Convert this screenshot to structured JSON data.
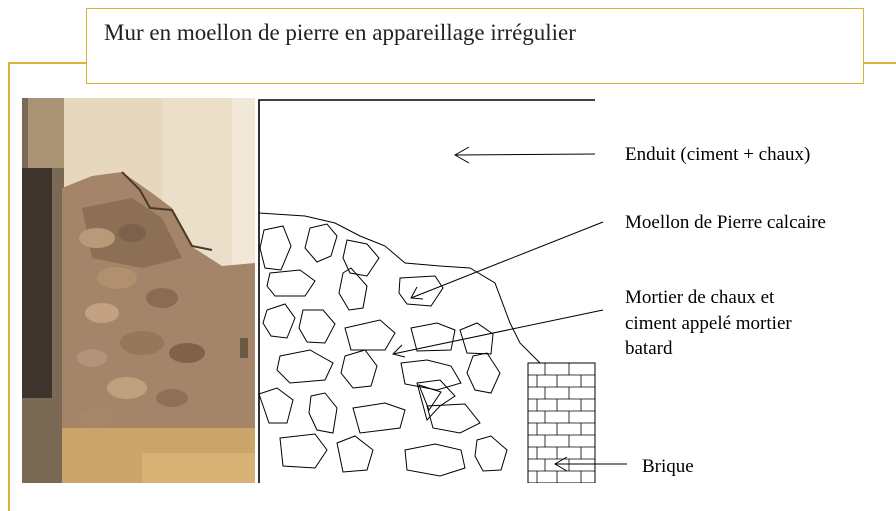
{
  "title": "Mur en moellon de pierre en appareillage irrégulier",
  "labels": {
    "enduit": "Enduit (ciment +  chaux)",
    "moellon": "Moellon de Pierre calcaire",
    "mortier_line1": "Mortier de chaux et",
    "mortier_line2": "ciment appelé mortier",
    "mortier_line3": "batard",
    "brique": "Brique"
  },
  "colors": {
    "frame": "#d9b23a",
    "photo_plaster": "#e3d2b4",
    "photo_stone": "#9c8066"
  }
}
